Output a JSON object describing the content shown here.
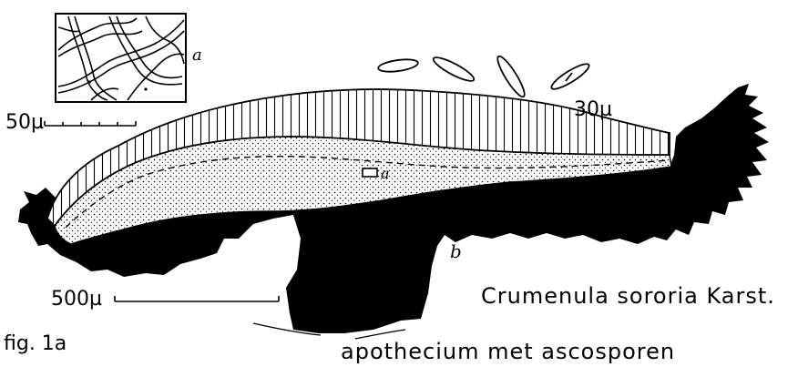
{
  "labels": {
    "inset_hyphae_marker": "a",
    "section_marker": "a",
    "stalk_marker": "b",
    "scale_hyphae": "50µ",
    "scale_spores": "30µ",
    "scale_section": "500µ",
    "figure_id": "fig. 1a",
    "species": "Crumenula sororia Karst.",
    "description": "apothecium met ascosporen"
  },
  "colors": {
    "ink": "#000000",
    "paper": "#ffffff"
  }
}
